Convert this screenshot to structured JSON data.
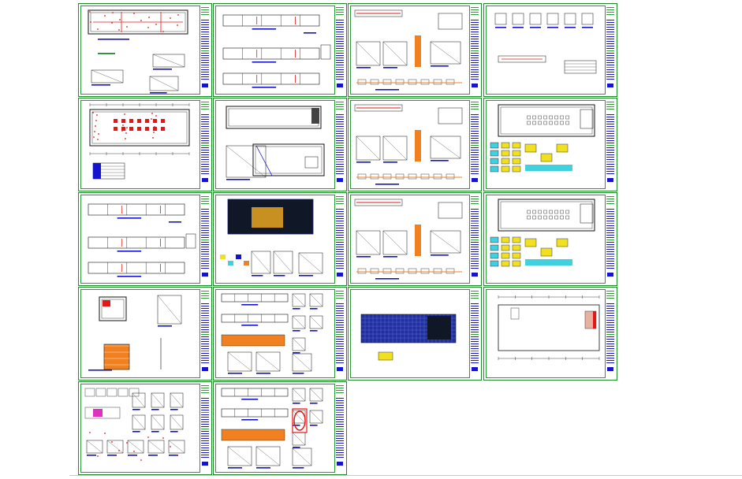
{
  "drawing_set": {
    "description_visible_text": "",
    "grid": {
      "columns": 4,
      "rows_full": 4,
      "rows_partial": 1
    },
    "sheet_count": 18,
    "colors": {
      "frame": "#1f8a2a",
      "title_block_text": "#1414d0",
      "linework": "#111111",
      "accent_red": "#e01818",
      "accent_blue": "#1414d0",
      "fill_blue": "#2030a0",
      "fill_yellow": "#f0e020",
      "fill_cyan": "#40d0e0",
      "fill_orange": "#f08020",
      "fill_magenta": "#e030c0",
      "fill_dark": "#101828"
    },
    "sheets": [
      {
        "id": "sheet-1",
        "kind": "plan-elevations"
      },
      {
        "id": "sheet-2",
        "kind": "elevations"
      },
      {
        "id": "sheet-3",
        "kind": "details-sections"
      },
      {
        "id": "sheet-4",
        "kind": "details-plan"
      },
      {
        "id": "sheet-5",
        "kind": "floor-plan-furniture"
      },
      {
        "id": "sheet-6",
        "kind": "plan-details"
      },
      {
        "id": "sheet-7",
        "kind": "details-sections"
      },
      {
        "id": "sheet-8",
        "kind": "floor-plan-legend"
      },
      {
        "id": "sheet-9",
        "kind": "elevations"
      },
      {
        "id": "sheet-10",
        "kind": "ceiling-plan-details"
      },
      {
        "id": "sheet-11",
        "kind": "details-sections"
      },
      {
        "id": "sheet-12",
        "kind": "floor-plan-legend"
      },
      {
        "id": "sheet-13",
        "kind": "details"
      },
      {
        "id": "sheet-14",
        "kind": "elevations-details"
      },
      {
        "id": "sheet-15",
        "kind": "tile-layout"
      },
      {
        "id": "sheet-16",
        "kind": "floor-plan-outline"
      },
      {
        "id": "sheet-17",
        "kind": "furniture-details"
      },
      {
        "id": "sheet-18",
        "kind": "elevations-details"
      }
    ]
  }
}
